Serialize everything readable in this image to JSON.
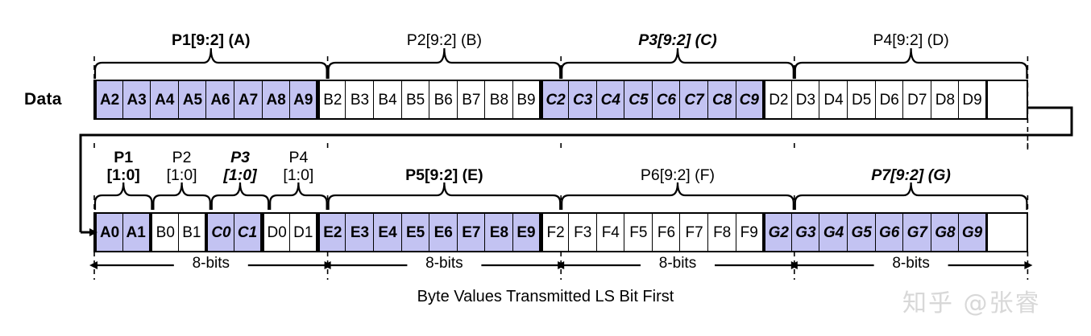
{
  "diagram": {
    "caption": "Byte Values Transmitted LS Bit First",
    "watermark": "知乎 @张睿",
    "fill_color": "#c3c3f2",
    "line_color": "#000000",
    "row1_label": "Data",
    "dimension_label": "8-bits",
    "dimension_count": 4
  },
  "row1": {
    "groups": [
      {
        "label": "P1[9:2] (A)",
        "style": "bold",
        "highlight": true,
        "cells": [
          "A2",
          "A3",
          "A4",
          "A5",
          "A6",
          "A7",
          "A8",
          "A9"
        ]
      },
      {
        "label": "P2[9:2] (B)",
        "style": "normal",
        "highlight": false,
        "cells": [
          "B2",
          "B3",
          "B4",
          "B5",
          "B6",
          "B7",
          "B8",
          "B9"
        ]
      },
      {
        "label": "P3[9:2] (C)",
        "style": "bold-italic",
        "highlight": true,
        "cells": [
          "C2",
          "C3",
          "C4",
          "C5",
          "C6",
          "C7",
          "C8",
          "C9"
        ]
      },
      {
        "label": "P4[9:2] (D)",
        "style": "normal",
        "highlight": false,
        "cells": [
          "D2",
          "D3",
          "D4",
          "D5",
          "D6",
          "D7",
          "D8",
          "D9"
        ]
      }
    ]
  },
  "row2": {
    "groups": [
      {
        "label_line1": "P1",
        "label_line2": "[1:0]",
        "style": "bold",
        "highlight": true,
        "cells": [
          "A0",
          "A1"
        ]
      },
      {
        "label_line1": "P2",
        "label_line2": "[1:0]",
        "style": "normal",
        "highlight": false,
        "cells": [
          "B0",
          "B1"
        ]
      },
      {
        "label_line1": "P3",
        "label_line2": "[1:0]",
        "style": "bold-italic",
        "highlight": true,
        "cells": [
          "C0",
          "C1"
        ]
      },
      {
        "label_line1": "P4",
        "label_line2": "[1:0]",
        "style": "normal",
        "highlight": false,
        "cells": [
          "D0",
          "D1"
        ]
      },
      {
        "label_line1": "P5[9:2] (E)",
        "label_line2": "",
        "style": "bold",
        "highlight": true,
        "cells": [
          "E2",
          "E3",
          "E4",
          "E5",
          "E6",
          "E7",
          "E8",
          "E9"
        ]
      },
      {
        "label_line1": "P6[9:2] (F)",
        "label_line2": "",
        "style": "normal",
        "highlight": false,
        "cells": [
          "F2",
          "F3",
          "F4",
          "F5",
          "F6",
          "F7",
          "F8",
          "F9"
        ]
      },
      {
        "label_line1": "P7[9:2] (G)",
        "label_line2": "",
        "style": "bold-italic",
        "highlight": true,
        "cells": [
          "G2",
          "G3",
          "G4",
          "G5",
          "G6",
          "G7",
          "G8",
          "G9"
        ]
      }
    ]
  }
}
